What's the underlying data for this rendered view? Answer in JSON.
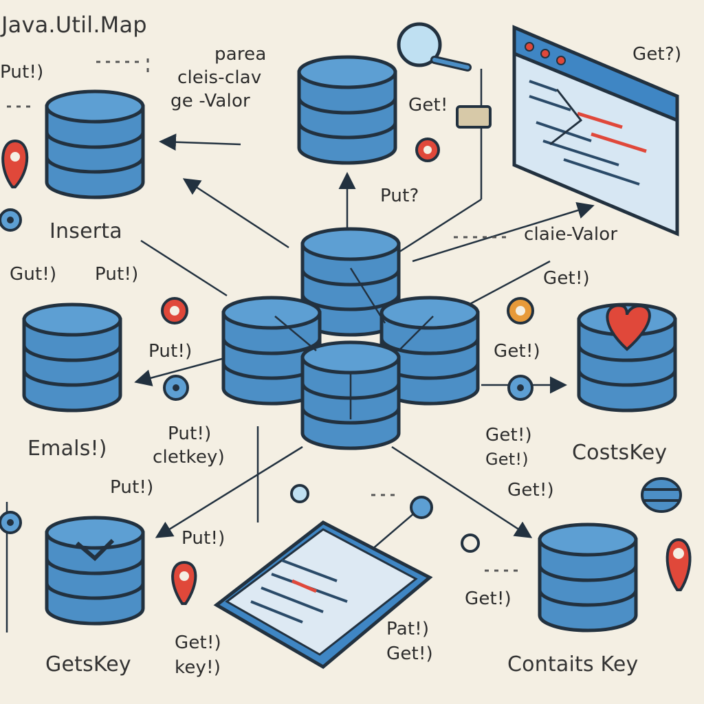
{
  "title": "Java.Util.Map",
  "labels": {
    "put_top_left": "Put!)",
    "parea": "parea",
    "cleis_clav": "cleis-clav",
    "ge_valor": "ge -Valor",
    "get_top": "Get!",
    "put_top": "Put?",
    "get_top_right": "Get?)",
    "inserta": "Inserta",
    "gut": "Gut!)",
    "put_left": "Put!)",
    "claie_valor": "claie-Valor",
    "get_right_upper": "Get!)",
    "put_mid_left": "Put!)",
    "get_mid_right": "Get!)",
    "emails": "Emals!)",
    "put_clet_1": "Put!)",
    "put_clet_2": "cletkey)",
    "get_stack_1": "Get!)",
    "get_stack_2": "Get!)",
    "get_stack_3": "Get!)",
    "costskey": "CostsKey",
    "put_bottom_left": "Put!)",
    "put_lower_left": "Put!)",
    "get_lower_right": "Get!)",
    "getskey": "GetsKey",
    "get_key_1": "Get!)",
    "get_key_2": "key!)",
    "pat_1": "Pat!)",
    "pat_2": "Get!)",
    "containskey": "Contaits Key"
  },
  "icons": {
    "database": "database-icon",
    "search": "magnifier-icon",
    "window": "browser-window-icon",
    "heart": "heart-icon",
    "check": "checkmark-icon",
    "pin": "map-pin-icon",
    "node": "dot-node-icon"
  },
  "colors": {
    "background": "#f4efe3",
    "db_blue": "#4c8fc6",
    "db_blue_light": "#5d9fd3",
    "outline": "#22313f",
    "accent_red": "#e0483a",
    "accent_orange": "#e79a3a"
  }
}
